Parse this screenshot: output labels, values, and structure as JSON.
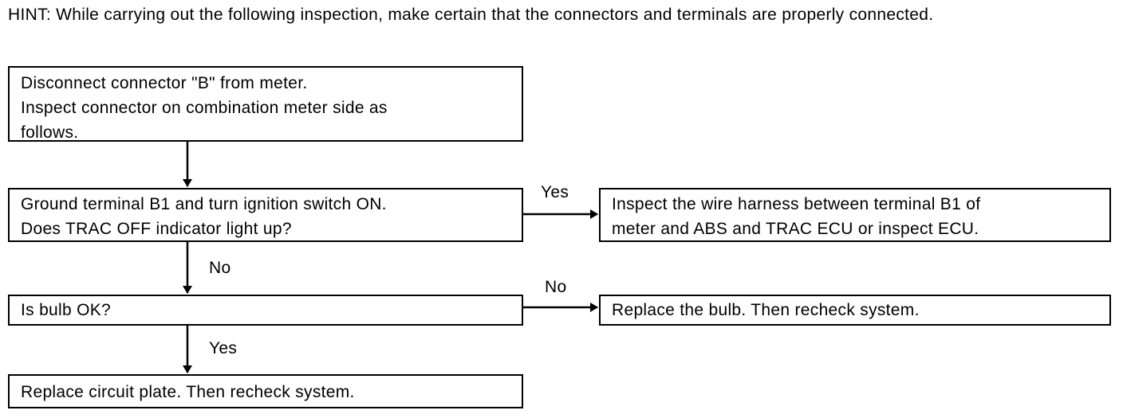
{
  "hint": "HINT: While carrying out the following inspection, make certain that the connectors and terminals are properly connected.",
  "steps": {
    "disconnect": {
      "lines": [
        "Disconnect connector \"B\" from meter.",
        "Inspect connector on combination meter side as",
        "follows."
      ]
    },
    "ground_terminal": {
      "lines": [
        "Ground terminal B1 and turn ignition switch ON.",
        "Does TRAC OFF indicator light up?"
      ]
    },
    "inspect_harness": {
      "lines": [
        "Inspect the wire harness between terminal B1 of",
        "meter and ABS and TRAC ECU or inspect ECU."
      ]
    },
    "bulb_ok": {
      "lines": [
        "Is bulb OK?"
      ]
    },
    "replace_bulb": {
      "lines": [
        "Replace the bulb. Then recheck system."
      ]
    },
    "replace_circuit": {
      "lines": [
        "Replace circuit plate. Then recheck system."
      ]
    }
  },
  "branches": {
    "ground_yes": "Yes",
    "ground_no": "No",
    "bulb_no": "No",
    "bulb_yes": "Yes"
  }
}
